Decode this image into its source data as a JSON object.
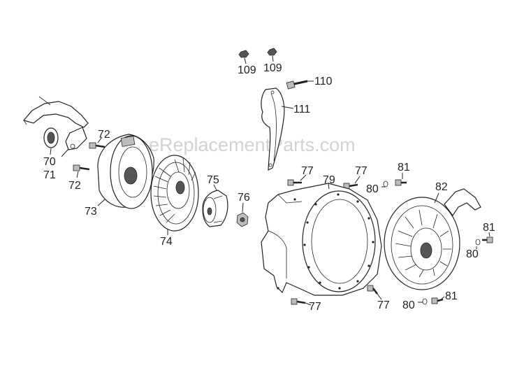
{
  "watermark": "eReplacementParts.com",
  "callouts": {
    "p109a": "109",
    "p109b": "109",
    "p110": "110",
    "p111": "111",
    "p70": "70",
    "p71": "71",
    "p72a": "72",
    "p72b": "72",
    "p73": "73",
    "p74": "74",
    "p75": "75",
    "p76": "76",
    "p77a": "77",
    "p77b": "77",
    "p77c": "77",
    "p77d": "77",
    "p79": "79",
    "p80a": "80",
    "p80b": "80",
    "p80c": "80",
    "p81a": "81",
    "p81b": "81",
    "p81c": "81",
    "p82": "82"
  }
}
